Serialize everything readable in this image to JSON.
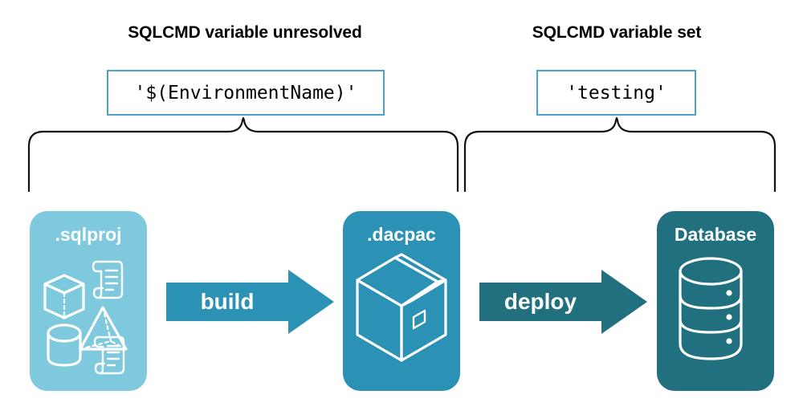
{
  "diagram": {
    "title_left": "SQLCMD variable unresolved",
    "title_right": "SQLCMD variable set",
    "code_left": "'$(EnvironmentName)'",
    "code_right": "'testing'",
    "stages": [
      {
        "label": ".sqlproj",
        "color": "#7FC9DE",
        "icon": "database-objects-icon"
      },
      {
        "label": ".dacpac",
        "color": "#2B92B5",
        "icon": "package-box-icon"
      },
      {
        "label": "Database",
        "color": "#21707F",
        "icon": "database-cylinder-icon"
      }
    ],
    "arrows": [
      {
        "label": "build",
        "color": "#2B92B5",
        "icon": "arrow-right-icon"
      },
      {
        "label": "deploy",
        "color": "#21707F",
        "icon": "arrow-right-icon"
      }
    ],
    "braces": [
      {
        "name": "brace-left",
        "icon": "curly-brace-up-icon"
      },
      {
        "name": "brace-right",
        "icon": "curly-brace-up-icon"
      }
    ],
    "colors": {
      "code_border": "#4BA3C7",
      "brace": "#111111",
      "text": "#000000",
      "background": "#ffffff"
    }
  }
}
